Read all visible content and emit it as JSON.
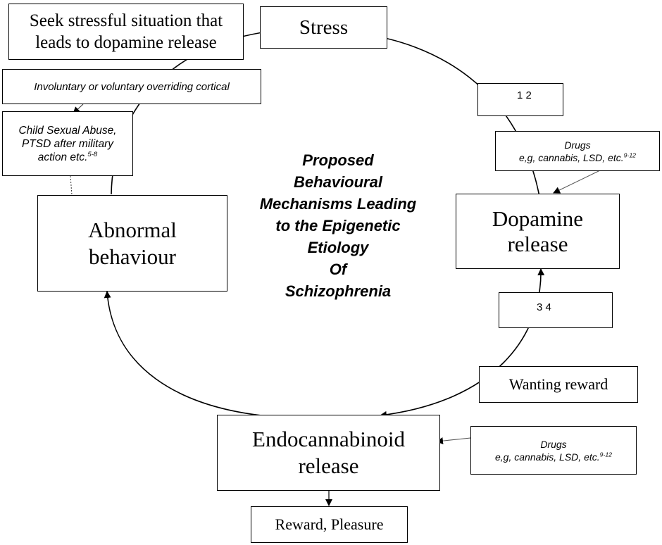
{
  "stress": "Stress",
  "seek_stress": [
    "Seek stressful situation that",
    "leads to dopamine release"
  ],
  "cortical": "Involuntary or voluntary overriding cortical",
  "child_abuse": [
    "Child Sexual Abuse,",
    "PTSD after military",
    "action etc."
  ],
  "child_abuse_ref": "5-8",
  "abnormal": [
    "Abnormal",
    "behaviour"
  ],
  "center_title": [
    "Proposed",
    "Behavioural",
    "Mechanisms Leading",
    "to the Epigenetic",
    "Etiology",
    "Of",
    "Schizophrenia"
  ],
  "box_12": "1 2",
  "drugs_top": [
    "Drugs",
    "e,g, cannabis, LSD, etc."
  ],
  "drugs_top_ref": "9-12",
  "dopamine": [
    "Dopamine",
    "release"
  ],
  "box_34": "3 4",
  "wanting": "Wanting reward",
  "endocannabinoid": [
    "Endocannabinoid",
    "release"
  ],
  "drugs_bottom": [
    "Drugs",
    "e,g, cannabis, LSD, etc."
  ],
  "drugs_bottom_ref": "9-12",
  "reward": "Reward, Pleasure"
}
